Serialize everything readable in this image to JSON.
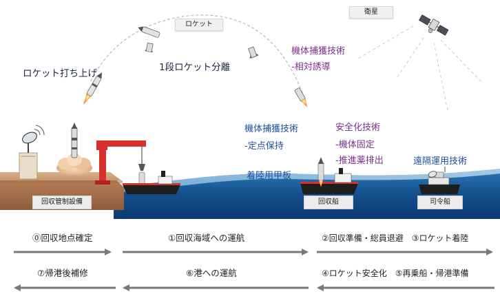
{
  "labels": {
    "rocket_tag": "ロケット",
    "satellite_tag": "衛星",
    "launch": "ロケット打ち上げ",
    "stage_separation": "1段ロケット分離",
    "capture_tech_title": "機体捕獲技術",
    "capture_tech_item": "-相対誘導",
    "capture_tech2_title": "機体捕獲技術",
    "capture_tech2_item": "-定点保持",
    "safety_tech_title": "安全化技術",
    "safety_tech_item1": "-機体固定",
    "safety_tech_item2": "-推進薬排出",
    "landing_deck": "着陸用甲板",
    "remote_ops_tech": "遠隔運用技術",
    "facility": "回収管制設備",
    "recovery_ship": "回収船",
    "command_ship": "司令船"
  },
  "steps_forward": {
    "step0": "⓪回収地点確定",
    "step1": "①回収海域への運航",
    "step23": "②回収準備・総員退避　③ロケット着陸"
  },
  "steps_return": {
    "step7": "⑦帰港後補修",
    "step6": "⑥港への運航",
    "step45": "④ロケット安全化　⑤再乗船・帰港準備"
  },
  "colors": {
    "title_dark": "#1a2440",
    "tech_blue": "#1f4e9c",
    "tech_purple": "#7a2f8c",
    "arrow_gray": "#7a7a7a",
    "sea_dark": "#0e3f7a",
    "crane_red": "#d8302c",
    "ground_brown": "#b07a52"
  }
}
